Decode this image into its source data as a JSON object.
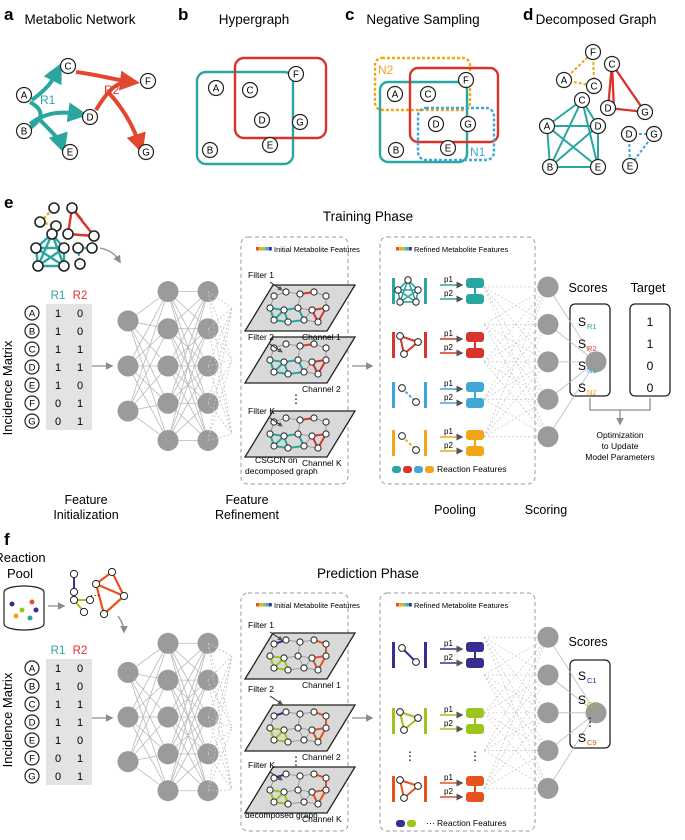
{
  "panels": {
    "a": {
      "letter": "a",
      "title": "Metabolic Network",
      "r1": "R1",
      "r2": "R2"
    },
    "b": {
      "letter": "b",
      "title": "Hypergraph"
    },
    "c": {
      "letter": "c",
      "title": "Negative Sampling",
      "n1": "N1",
      "n2": "N2"
    },
    "d": {
      "letter": "d",
      "title": "Decomposed Graph"
    },
    "e": {
      "letter": "e",
      "phase_title": "Training Phase"
    },
    "f": {
      "letter": "f",
      "phase_title": "Prediction Phase",
      "reaction_pool": [
        "Reaction",
        "Pool"
      ]
    }
  },
  "nodes": [
    "A",
    "B",
    "C",
    "D",
    "E",
    "F",
    "G"
  ],
  "incidence": {
    "label": "Incidence Matrix",
    "cols": [
      "R1",
      "R2"
    ],
    "rows": [
      [
        "A",
        "1",
        "0"
      ],
      [
        "B",
        "1",
        "0"
      ],
      [
        "C",
        "1",
        "1"
      ],
      [
        "D",
        "1",
        "1"
      ],
      [
        "E",
        "1",
        "0"
      ],
      [
        "F",
        "0",
        "1"
      ],
      [
        "G",
        "0",
        "1"
      ]
    ]
  },
  "network": {
    "initial_features": "Initial Metabolite Features",
    "refined_features": "Refined Metabolite Features",
    "filters": [
      "Filter 1",
      "Filter 2",
      "Filter K"
    ],
    "channels": [
      "Channel 1",
      "Channel 2",
      "Channel K"
    ],
    "csgcn": [
      "CSGCN on",
      "decomposed graph"
    ],
    "p1": "p1",
    "p2": "p2",
    "reaction_features": "Reaction Features",
    "ellipsis": "⋮"
  },
  "stages": {
    "init": [
      "Feature",
      "Initialization"
    ],
    "refine": [
      "Feature",
      "Refinement"
    ],
    "pooling": "Pooling",
    "scoring": "Scoring"
  },
  "training_scores": {
    "scores_label": "Scores",
    "target_label": "Target",
    "items": [
      {
        "sub": "R1",
        "color": "#2aa6a0",
        "target": "1"
      },
      {
        "sub": "R2",
        "color": "#d9342b",
        "target": "1"
      },
      {
        "sub": "N1",
        "color": "#3fa7d6",
        "target": "0"
      },
      {
        "sub": "N2",
        "color": "#f2a515",
        "target": "0"
      }
    ],
    "optimization": [
      "Optimization",
      "to Update",
      "Model Parameters"
    ]
  },
  "prediction_scores": {
    "scores_label": "Scores",
    "items": [
      {
        "sub": "C1",
        "color": "#3a2d91"
      },
      {
        "sub": "C2",
        "color": "#9cc51b"
      },
      {
        "sub": "C9",
        "color": "#e8521c"
      }
    ]
  },
  "colors": {
    "teal": "#2aa6a0",
    "red": "#d9342b",
    "blue": "#3fa7d6",
    "orange": "#f2a515",
    "purple": "#3a2d91",
    "lime": "#9cc51b",
    "vermilion": "#e8521c",
    "gray": "#9b9b9b"
  }
}
